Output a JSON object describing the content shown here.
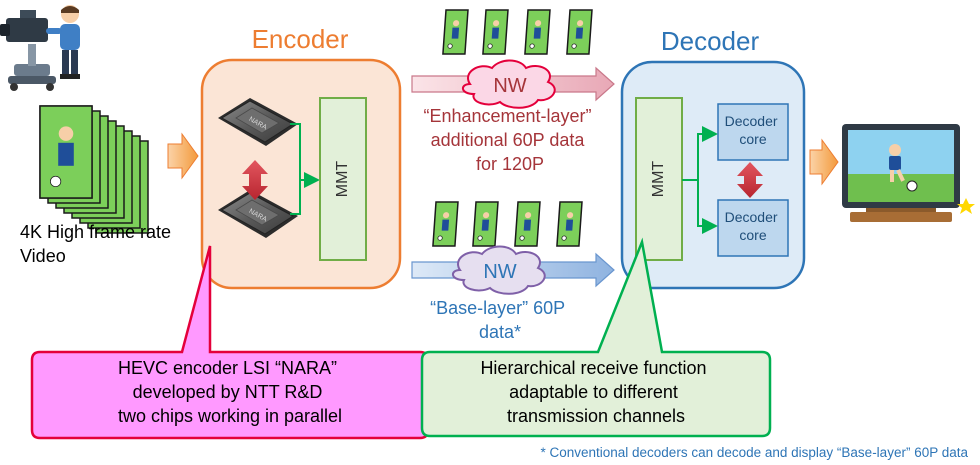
{
  "encoder": {
    "title": "Encoder",
    "mmt_label": "MMT"
  },
  "decoder": {
    "title": "Decoder",
    "mmt_label": "MMT",
    "core_labels": [
      [
        "Decoder",
        "core"
      ],
      [
        "Decoder",
        "core"
      ]
    ]
  },
  "chips": [
    {
      "label": "NARA"
    },
    {
      "label": "NARA"
    }
  ],
  "source": {
    "lines": [
      "4K High frame rate",
      "Video"
    ]
  },
  "enhancement_path": {
    "network_label": "NW",
    "lines": [
      "“Enhancement-layer”",
      "additional 60P data",
      "for 120P"
    ]
  },
  "base_path": {
    "network_label": "NW",
    "lines": [
      "“Base-layer” 60P",
      "data*"
    ]
  },
  "callouts": {
    "encoder": {
      "lines": [
        "HEVC encoder LSI “NARA”",
        "developed by NTT R&D",
        "two chips working in parallel"
      ]
    },
    "decoder": {
      "lines": [
        "Hierarchical receive function",
        "adaptable to different",
        "transmission channels"
      ]
    }
  },
  "footnote": "* Conventional decoders can decode and display “Base-layer” 60P data",
  "colors": {
    "encoder_accent": "#ed7d31",
    "encoder_fill": "#fbe5d6",
    "decoder_accent": "#2e75b6",
    "decoder_fill": "#deebf7",
    "mmt_fill": "#e2f0d9",
    "mmt_border": "#70ad47",
    "enhancement_text": "#a5353a",
    "base_text": "#2e75b6",
    "callout_pink": "#ff99ff",
    "callout_border_red": "#e4003b",
    "callout_green_border": "#00b050"
  }
}
